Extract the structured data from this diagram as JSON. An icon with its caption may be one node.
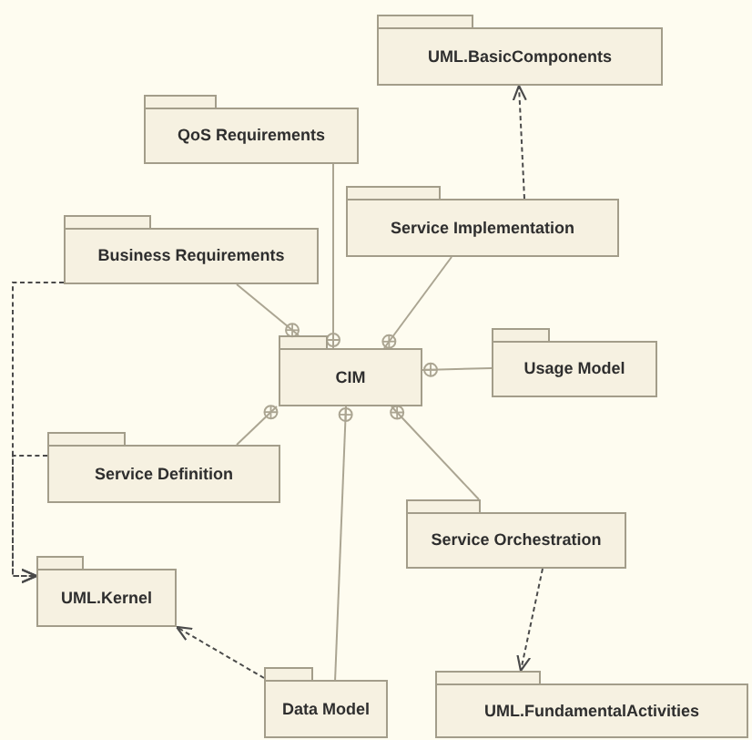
{
  "diagram": {
    "nodes": [
      {
        "text": [
          "UML.BasicComponents"
        ]
      },
      {
        "text": [
          "QoS Requirements"
        ]
      },
      {
        "text": [
          "Service Implementation"
        ]
      },
      {
        "text": [
          "Business Requirements"
        ]
      },
      {
        "text": [
          "CIM"
        ]
      },
      {
        "text": [
          "Usage Model"
        ]
      },
      {
        "text": [
          "Service Definition"
        ]
      },
      {
        "text": [
          "Service Orchestration"
        ]
      },
      {
        "text": [
          "UML.Kernel"
        ]
      },
      {
        "text": [
          "Data Model"
        ]
      },
      {
        "text": [
          "UML.FundamentalActivities"
        ]
      }
    ],
    "edges": [
      {
        "from": 2,
        "to": 0,
        "arrow": "to",
        "style": "dashed",
        "color": "#4a4a4a"
      },
      {
        "from": 4,
        "to": 1,
        "arrow": "other"
      },
      {
        "from": 4,
        "to": 2,
        "arrow": "other"
      },
      {
        "from": 4,
        "to": 3,
        "arrow": "other"
      },
      {
        "from": 3,
        "to": 8,
        "arrow": "to",
        "style": "dashed",
        "color": "#4a4a4a"
      },
      {
        "from": 4,
        "to": 5,
        "arrow": "other"
      },
      {
        "from": 4,
        "to": 6,
        "arrow": "other"
      },
      {
        "from": 6,
        "to": 8,
        "arrow": "to",
        "style": "dashed",
        "color": "#4a4a4a"
      },
      {
        "from": 4,
        "to": 7,
        "arrow": "other"
      },
      {
        "from": 4,
        "to": 9,
        "arrow": "other"
      },
      {
        "from": 7,
        "to": 10,
        "arrow": "to",
        "style": "dashed",
        "color": "#4a4a4a"
      },
      {
        "from": 9,
        "to": 8,
        "arrow": "to",
        "style": "dashed",
        "color": "#4a4a4a"
      }
    ]
  }
}
